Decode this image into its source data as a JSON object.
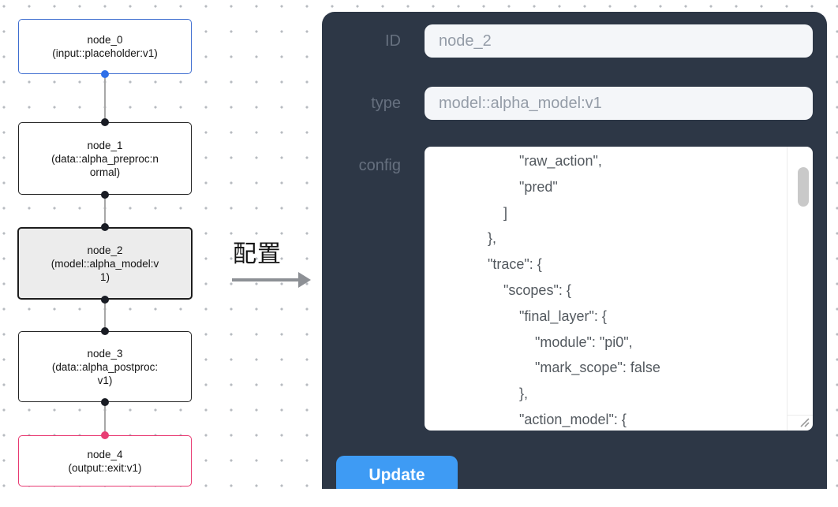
{
  "canvas": {
    "nodes": [
      {
        "title": "node_0",
        "subtitle": "(input::placeholder:v1)",
        "variant": "input"
      },
      {
        "title": "node_1",
        "subtitle": "(data::alpha_preproc:normal)",
        "variant": "default"
      },
      {
        "title": "node_2",
        "subtitle": "(model::alpha_model:v1)",
        "variant": "selected"
      },
      {
        "title": "node_3",
        "subtitle": "(data::alpha_postproc:v1)",
        "variant": "default"
      },
      {
        "title": "node_4",
        "subtitle": "(output::exit:v1)",
        "variant": "output"
      }
    ],
    "colors": {
      "input_node_accent": "#3f6ed0",
      "output_node_accent": "#e83a72",
      "selected_node_bg": "#ececec",
      "handle_dark": "#191c24",
      "edge": "#a8a8a8"
    }
  },
  "transition": {
    "arrow_label": "配置"
  },
  "panel": {
    "bg_color": "#2d3746",
    "fields": [
      {
        "label": "ID",
        "value": "node_2"
      },
      {
        "label": "type",
        "value": "model::alpha_model:v1"
      }
    ],
    "config_label": "config",
    "config_lines": [
      "                    \"raw_action\",",
      "                    \"pred\"",
      "                ]",
      "            },",
      "            \"trace\": {",
      "                \"scopes\": {",
      "                    \"final_layer\": {",
      "                        \"module\": \"pi0\",",
      "                        \"mark_scope\": false",
      "                    },",
      "                    \"action_model\": {"
    ],
    "update_label": "Update",
    "button_color": "#3e9bf4"
  }
}
